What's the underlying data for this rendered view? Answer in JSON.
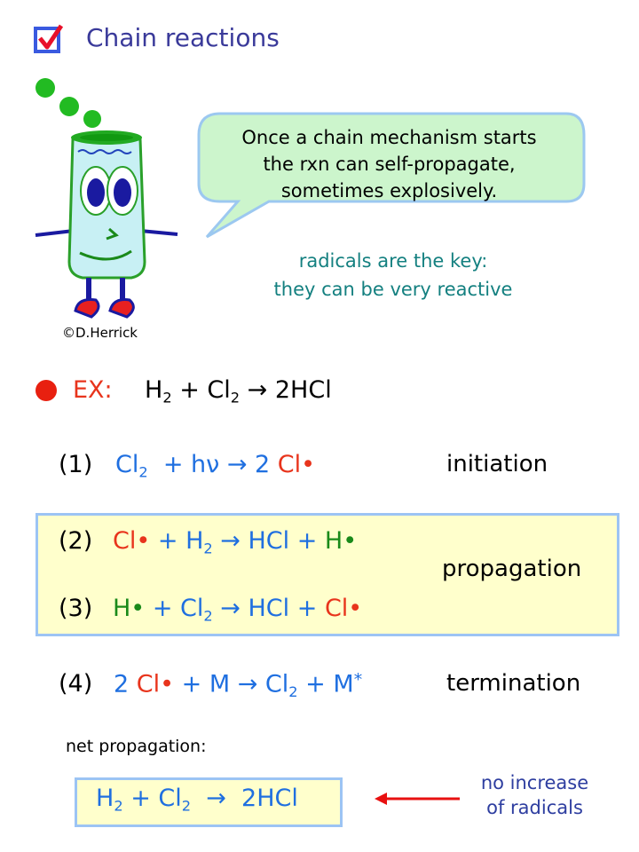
{
  "title": "Chain reactions",
  "speech_bubble": [
    "Once a chain mechanism starts",
    "the rxn can self-propagate,",
    "sometimes explosively."
  ],
  "key_note": [
    "radicals are the key:",
    "they can be very reactive"
  ],
  "credit": "©D.Herrick",
  "example": {
    "label": "EX:",
    "equation": [
      {
        "t": "H",
        "c": "#000"
      },
      {
        "t": "2",
        "c": "#000",
        "sub": true
      },
      {
        "t": " + Cl",
        "c": "#000"
      },
      {
        "t": "2",
        "c": "#000",
        "sub": true
      },
      {
        "t": " → 2HCl",
        "c": "#000"
      }
    ]
  },
  "steps": [
    {
      "num": "(1)",
      "stage": "initiation",
      "equation": [
        {
          "t": "Cl",
          "c": "#1f6fe0"
        },
        {
          "t": "2",
          "c": "#1f6fe0",
          "sub": true
        },
        {
          "t": "  + hν → 2 ",
          "c": "#1f6fe0"
        },
        {
          "t": "Cl•",
          "c": "#e8341c"
        }
      ]
    },
    {
      "num": "(2)",
      "stage": "propagation",
      "equation": [
        {
          "t": "Cl•",
          "c": "#e8341c"
        },
        {
          "t": " + H",
          "c": "#1f6fe0"
        },
        {
          "t": "2",
          "c": "#1f6fe0",
          "sub": true
        },
        {
          "t": " → HCl + ",
          "c": "#1f6fe0"
        },
        {
          "t": "H•",
          "c": "#1a8a1a"
        }
      ]
    },
    {
      "num": "(3)",
      "stage": "",
      "equation": [
        {
          "t": "H•",
          "c": "#1a8a1a"
        },
        {
          "t": " + Cl",
          "c": "#1f6fe0"
        },
        {
          "t": "2",
          "c": "#1f6fe0",
          "sub": true
        },
        {
          "t": " → HCl + ",
          "c": "#1f6fe0"
        },
        {
          "t": "Cl•",
          "c": "#e8341c"
        }
      ]
    },
    {
      "num": "(4)",
      "stage": "termination",
      "equation": [
        {
          "t": "2 ",
          "c": "#1f6fe0"
        },
        {
          "t": "Cl•",
          "c": "#e8341c"
        },
        {
          "t": " + M → Cl",
          "c": "#1f6fe0"
        },
        {
          "t": "2",
          "c": "#1f6fe0",
          "sub": true
        },
        {
          "t": " + M",
          "c": "#1f6fe0"
        },
        {
          "t": "*",
          "c": "#1f6fe0",
          "sup": true
        }
      ]
    }
  ],
  "net": {
    "label": "net propagation:",
    "equation": [
      {
        "t": "H",
        "c": "#1f6fe0"
      },
      {
        "t": "2",
        "c": "#1f6fe0",
        "sub": true
      },
      {
        "t": " + Cl",
        "c": "#1f6fe0"
      },
      {
        "t": "2",
        "c": "#1f6fe0",
        "sub": true
      },
      {
        "t": "  →  2HCl",
        "c": "#1f6fe0"
      }
    ],
    "note": [
      "no increase",
      "of radicals"
    ]
  },
  "colors": {
    "blue": "#1f6fe0",
    "red": "#e8341c",
    "green": "#1a8a1a",
    "teal": "#148080",
    "title": "#3a3a9a",
    "box": "#ffffcc"
  }
}
